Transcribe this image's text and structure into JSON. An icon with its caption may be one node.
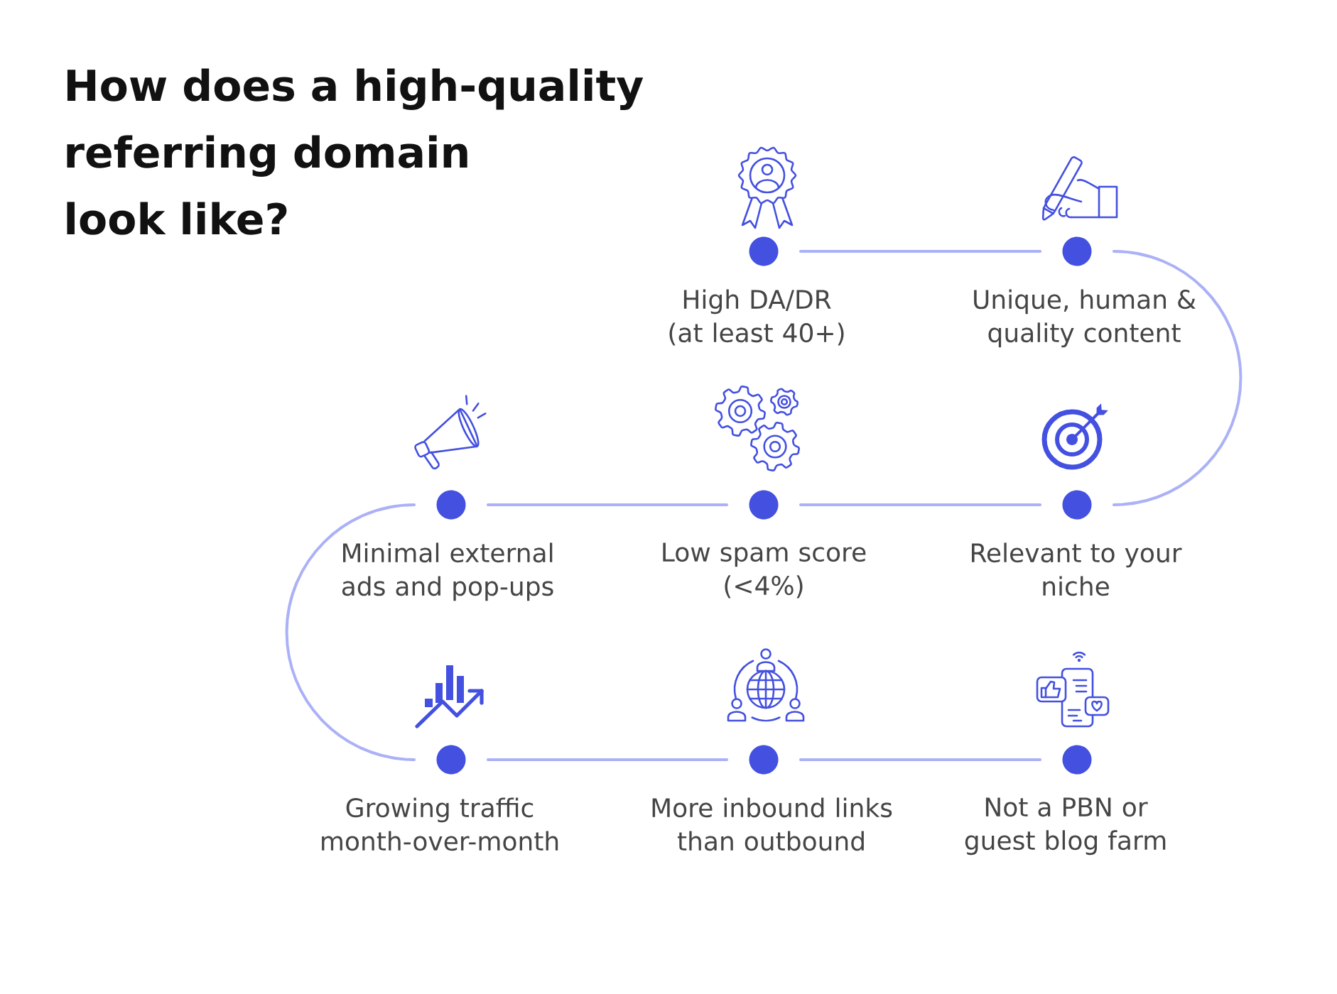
{
  "diagram": {
    "title": "How does a high-quality referring domain look like?",
    "nodes": [
      {
        "text": [
          "High DA/DR (at least 40+)"
        ]
      },
      {
        "text": [
          "Unique, human & quality content"
        ]
      },
      {
        "text": [
          "Minimal external ads and pop-ups"
        ]
      },
      {
        "text": [
          "Low spam score (<4%)"
        ]
      },
      {
        "text": [
          "Relevant to your niche"
        ]
      },
      {
        "text": [
          "Growing traffic month-over-month"
        ]
      },
      {
        "text": [
          "More inbound links than outbound"
        ]
      },
      {
        "text": [
          "Not a PBN or guest blog farm"
        ]
      }
    ],
    "edges": [
      {
        "from": 0,
        "to": 1,
        "arrow": "none"
      },
      {
        "from": 1,
        "to": 4,
        "arrow": "none"
      },
      {
        "from": 4,
        "to": 3,
        "arrow": "none"
      },
      {
        "from": 3,
        "to": 2,
        "arrow": "none"
      },
      {
        "from": 2,
        "to": 5,
        "arrow": "none"
      },
      {
        "from": 5,
        "to": 6,
        "arrow": "none"
      },
      {
        "from": 6,
        "to": 7,
        "arrow": "none"
      }
    ]
  }
}
